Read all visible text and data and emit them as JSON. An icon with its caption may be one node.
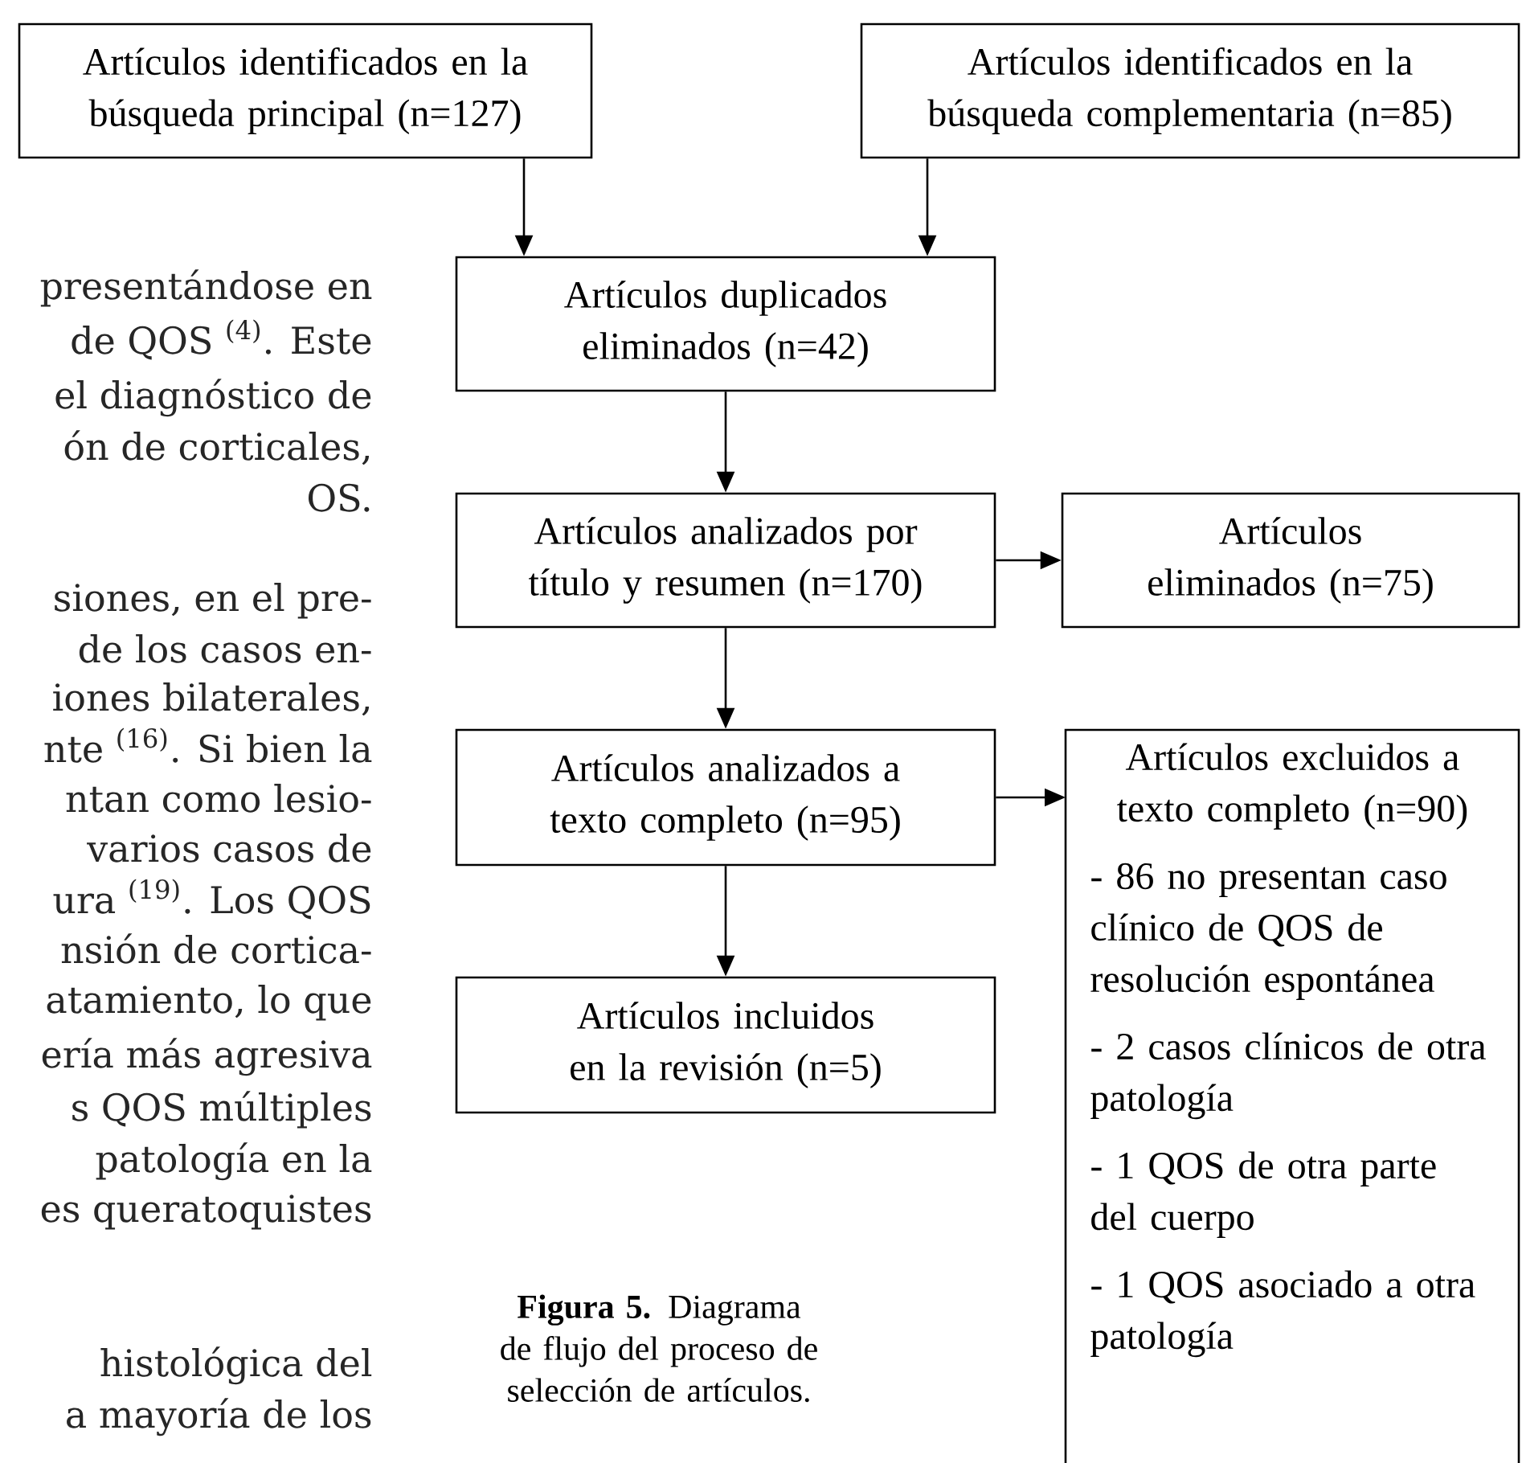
{
  "diagram": {
    "caption": "**Figura 5.** Diagrama de flujo del proceso de selección de artículos.",
    "nodes": [
      {
        "text": [
          "Artículos identificados en la búsqueda principal (n=127)"
        ]
      },
      {
        "text": [
          "Artículos identificados en la búsqueda complementaria (n=85)"
        ]
      },
      {
        "text": [
          "Artículos duplicados eliminados (n=42)"
        ]
      },
      {
        "text": [
          "Artículos analizados por título y resumen (n=170)"
        ]
      },
      {
        "text": [
          "Artículos eliminados (n=75)"
        ]
      },
      {
        "text": [
          "Artículos analizados a texto completo (n=95)"
        ]
      },
      {
        "text": [
          "Artículos excluidos a texto completo (n=90)",
          "- 86 no presentan caso clínico de QOS de resolución espontánea",
          "- 2 casos clínicos de otra patología",
          "- 1 QOS de otra parte del cuerpo",
          "- 1 QOS asociado a otra patología"
        ]
      },
      {
        "text": [
          "Artículos incluidos en la revisión (n=5)"
        ]
      }
    ],
    "edges": [
      {
        "from": 0,
        "to": 2,
        "arrow": "to"
      },
      {
        "from": 1,
        "to": 2,
        "arrow": "to"
      },
      {
        "from": 2,
        "to": 3,
        "arrow": "to"
      },
      {
        "from": 3,
        "to": 4,
        "arrow": "to"
      },
      {
        "from": 3,
        "to": 5,
        "arrow": "to"
      },
      {
        "from": 5,
        "to": 6,
        "arrow": "to"
      },
      {
        "from": 5,
        "to": 7,
        "arrow": "to"
      }
    ],
    "labels": [
      "presentándose en",
      "de QOS $^{(4)}$. Este",
      "el diagnóstico de",
      "ón de corticales,",
      "OS.",
      "siones, en el pre-",
      "de los casos en-",
      "iones bilaterales,",
      "nte $^{(16)}$. Si bien la",
      "ntan como lesio-",
      "varios casos de",
      "ura $^{(19)}$. Los QOS",
      "nsión de cortica-",
      "atamiento, lo que",
      "ería más agresiva",
      "s QOS múltiples",
      "patología en la",
      "es queratoquistes",
      "histológica del",
      "a mayoría de los"
    ]
  }
}
